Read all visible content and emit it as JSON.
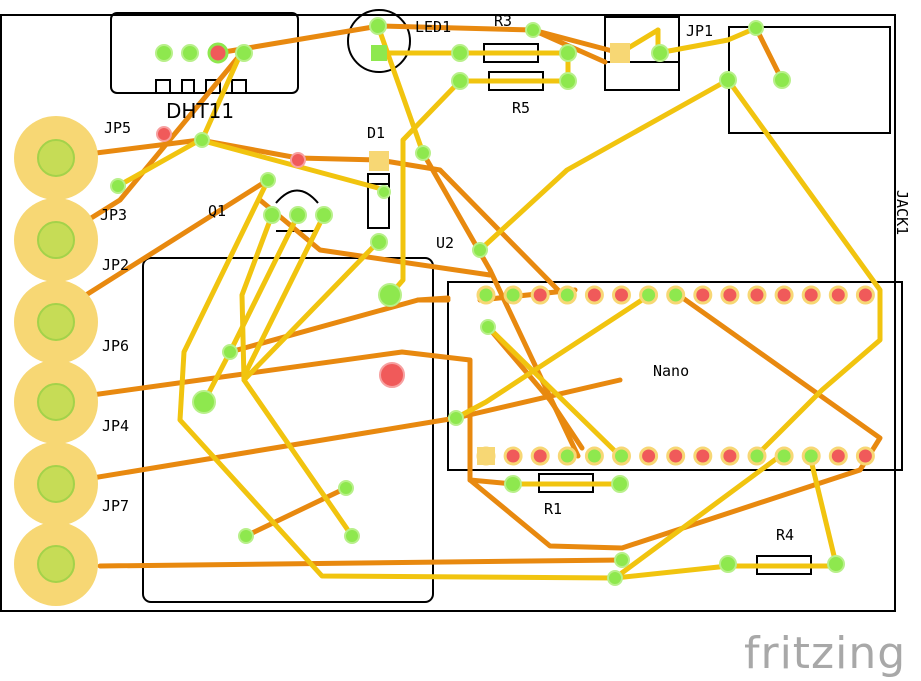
{
  "colors": {
    "board_outline": "#000000",
    "top_trace": "#f1c40f",
    "bottom_trace": "#e8890f",
    "via_green": "#8ee84e",
    "pad_red": "#f05a5a",
    "pad_pin_yellow": "#f7d774",
    "brand_gray": "#a8a8a8"
  },
  "labels": {
    "dht11": "DHT11",
    "led1": "LED1",
    "r3": "R3",
    "r5": "R5",
    "jp1": "JP1",
    "jp5": "JP5",
    "d1": "D1",
    "jp3": "JP3",
    "q1": "Q1",
    "u2": "U2",
    "jp2": "JP2",
    "jp6": "JP6",
    "jp4": "JP4",
    "jp7": "JP7",
    "nano": "Nano",
    "r1": "R1",
    "r4": "R4",
    "jack1": "JACK1"
  },
  "brand": "fritzing"
}
